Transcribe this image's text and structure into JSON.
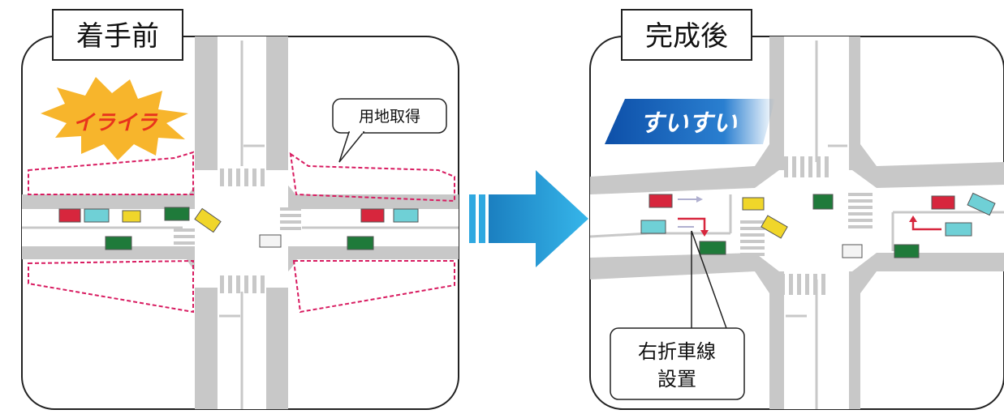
{
  "before": {
    "title": "着手前",
    "mood": "イライラ",
    "callout": "用地取得"
  },
  "after": {
    "title": "完成後",
    "mood": "すいすい",
    "callout_line1": "右折車線",
    "callout_line2": "設置"
  },
  "colors": {
    "road": "#c8c8c8",
    "ground": "#ffffff",
    "acquisition_outline": "#d81b60",
    "burst_fill": "#f7b52c",
    "burst_text": "#e8341c",
    "banner_fill": "#2a7fd0",
    "arrow_fill": "#2fa8e0",
    "car_red": "#d7263d",
    "car_cyan": "#6fd0d6",
    "car_yellow": "#f0d62a",
    "car_green": "#1f7a3a",
    "car_white": "#f4f4f4",
    "turn_arrow": "#d7263d"
  }
}
